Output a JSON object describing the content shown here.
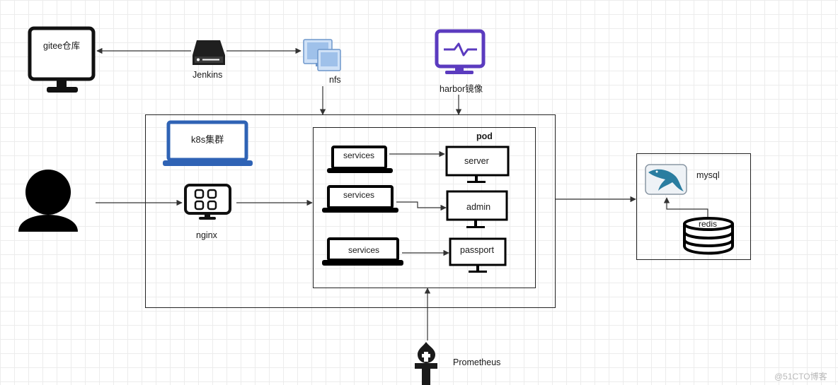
{
  "labels": {
    "gitee": "gitee仓库",
    "jenkins": "Jenkins",
    "nfs": "nfs",
    "harbor": "harbor镜像",
    "k8s": "k8s集群",
    "nginx": "nginx",
    "pod": "pod",
    "services_1": "services",
    "services_2": "services",
    "services_3": "services",
    "server": "server",
    "admin": "admin",
    "passport": "passport",
    "mysql": "mysql",
    "redis": "redis",
    "prometheus": "Prometheus"
  },
  "watermark": "@51CTO博客",
  "colors": {
    "line": "#333333",
    "k8s_blue": "#2f63b5",
    "harbor_purple": "#5b3bbf",
    "nfs_blue": "#8fb6e6",
    "mysql_teal": "#2a7da0"
  },
  "icons": [
    "monitor-icon",
    "server-drive-icon",
    "computers-icon",
    "harbor-monitor-icon",
    "laptop-icon",
    "user-icon",
    "nginx-monitor-icon",
    "mysql-icon",
    "database-icon",
    "prometheus-icon"
  ]
}
